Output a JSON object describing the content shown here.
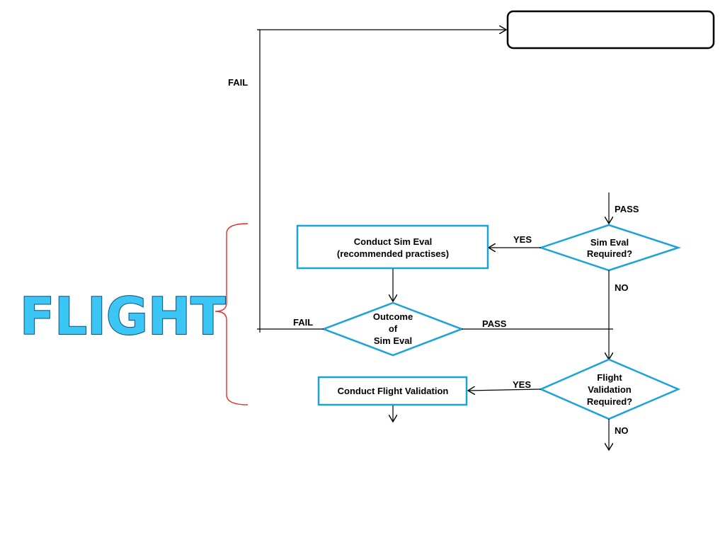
{
  "title_word": "FLIGHT",
  "colors": {
    "box_border": "#1aa3d9",
    "line": "#000000",
    "brace": "#e0302a",
    "title_fill": "#3cc6f5",
    "title_stroke": "#0b4f7a"
  },
  "nodes": {
    "top_box": {
      "text": ""
    },
    "conduct_sim_eval": {
      "line1": "Conduct Sim Eval",
      "line2": "(recommended practises)"
    },
    "sim_eval_required": {
      "line1": "Sim Eval",
      "line2": "Required?"
    },
    "outcome_sim_eval": {
      "line1": "Outcome",
      "line2": "of",
      "line3": "Sim Eval"
    },
    "conduct_flight_validation": {
      "text": "Conduct Flight Validation"
    },
    "flight_validation_required": {
      "line1": "Flight",
      "line2": "Validation",
      "line3": "Required?"
    }
  },
  "edge_labels": {
    "fail_top": "FAIL",
    "pass_top": "PASS",
    "yes_sim": "YES",
    "no_sim": "NO",
    "fail_outcome": "FAIL",
    "pass_outcome": "PASS",
    "yes_flight": "YES",
    "no_flight": "NO"
  }
}
